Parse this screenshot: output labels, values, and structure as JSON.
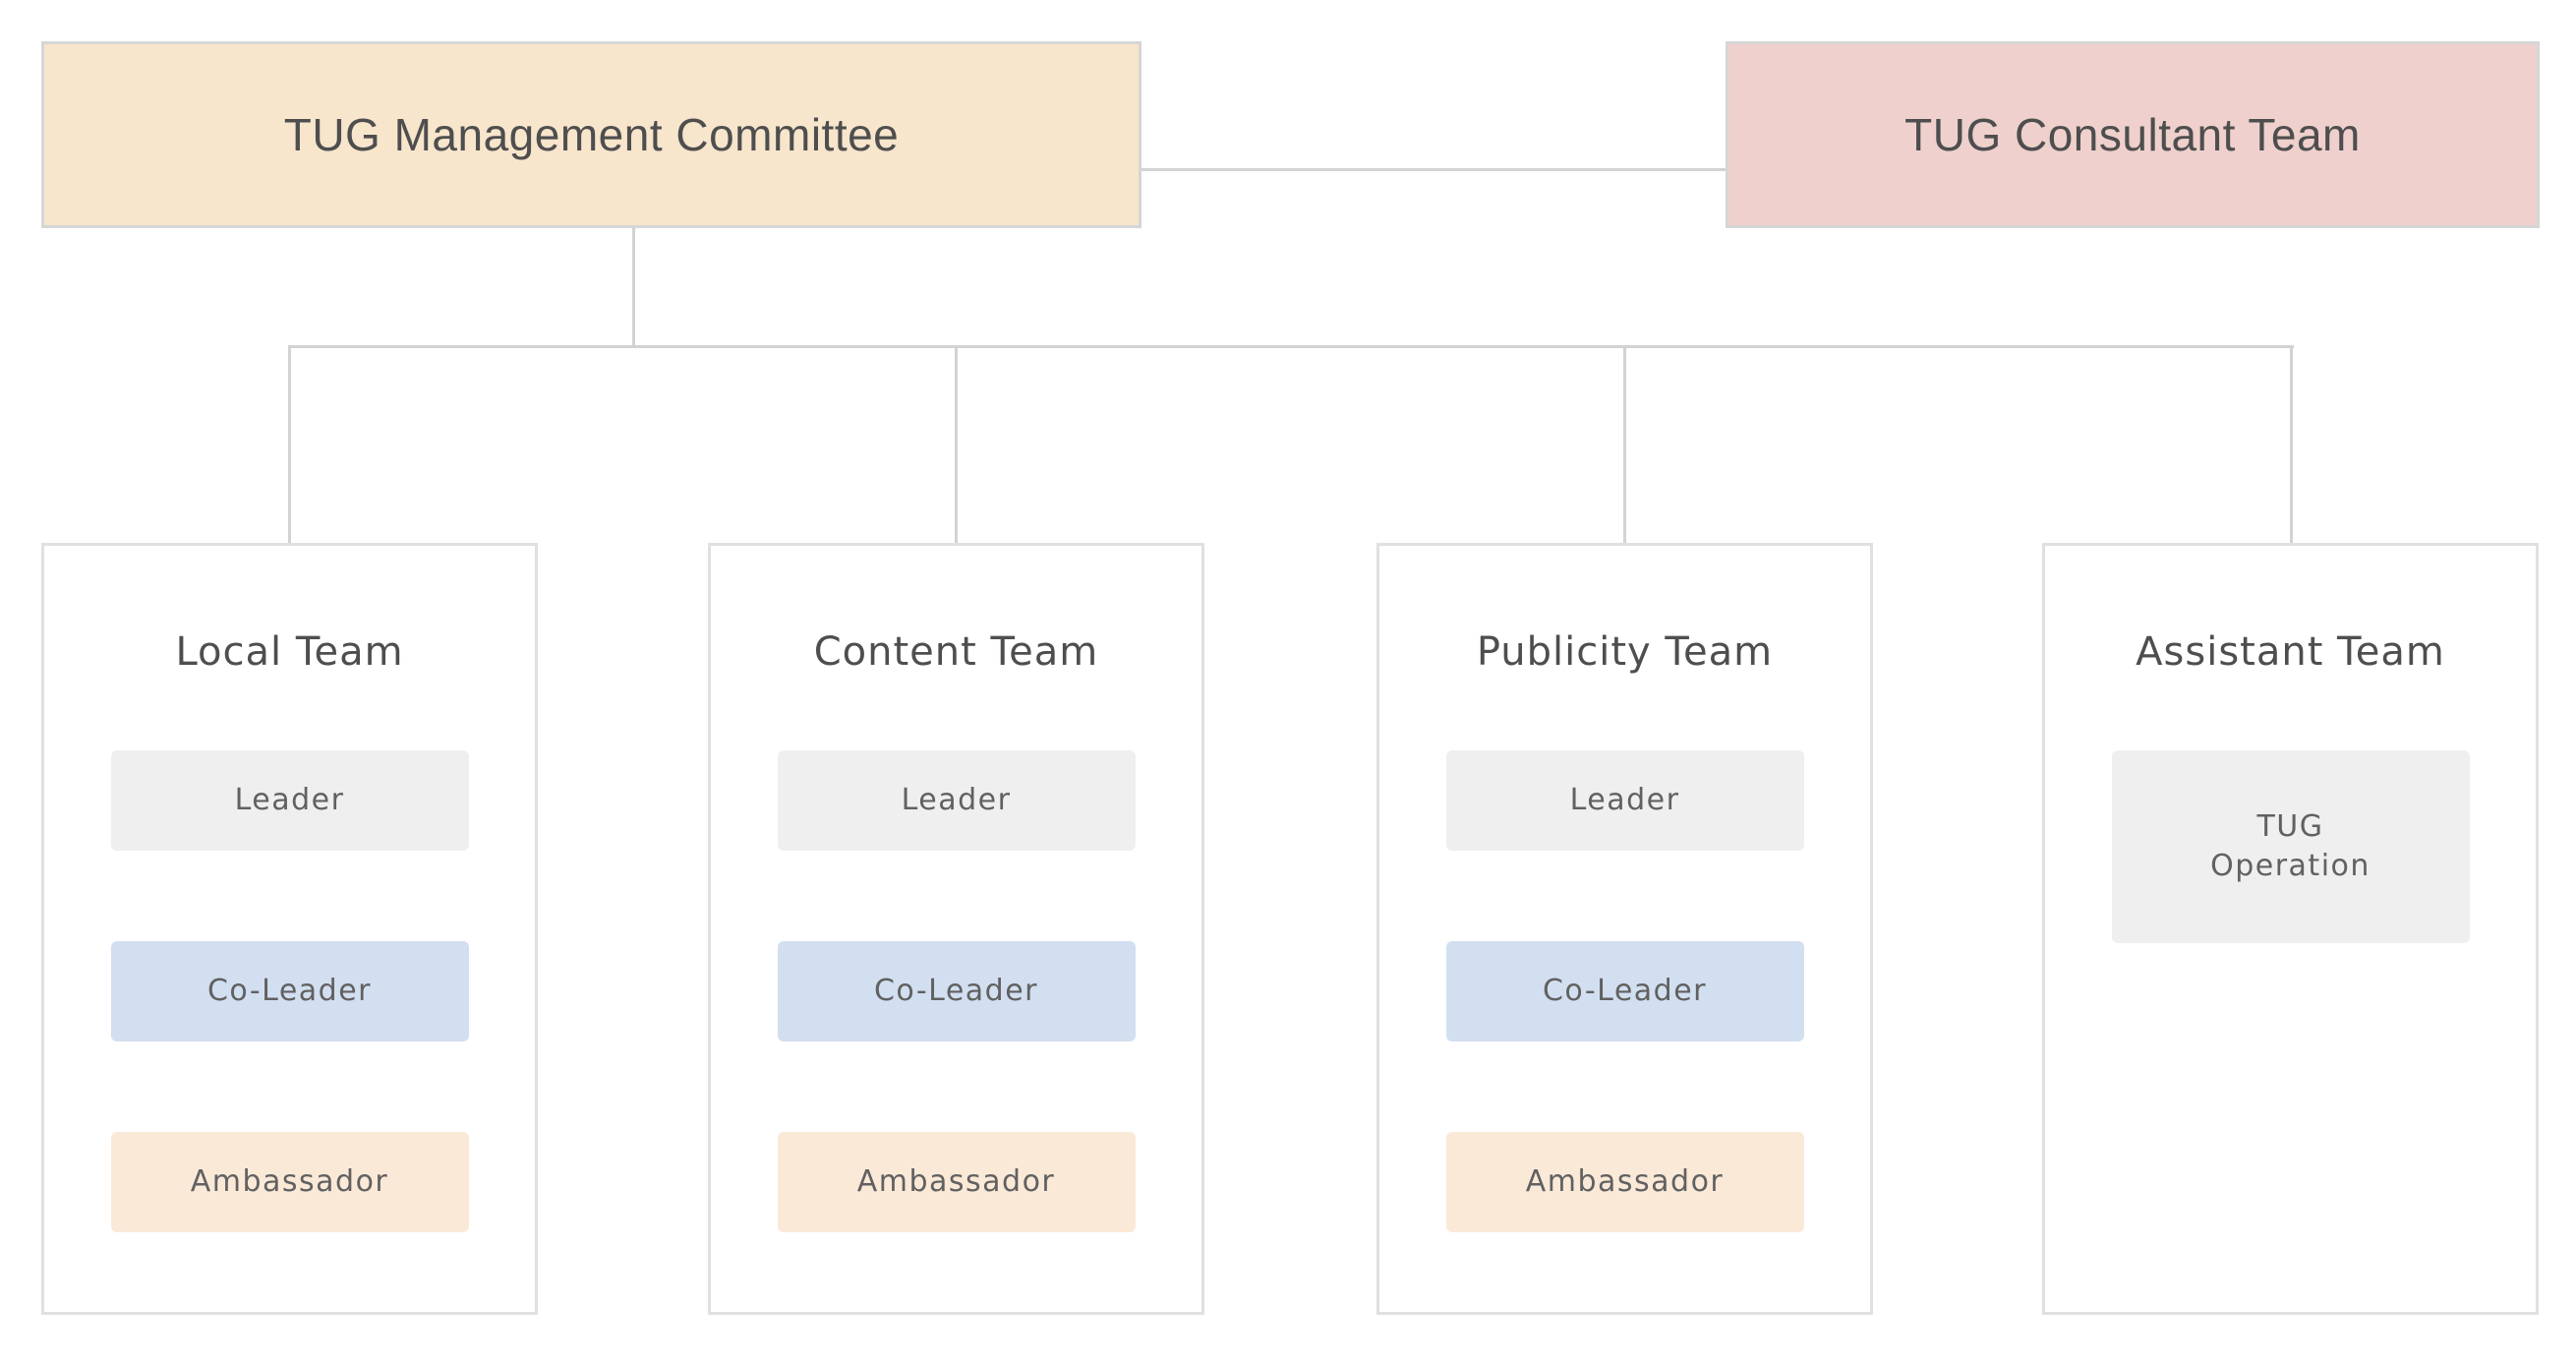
{
  "colors": {
    "root-fill": "#f7e5cc",
    "root-border": "#d6d6d6",
    "consultant-fill": "#efd0cd",
    "consultant-border": "#d6d6d6",
    "team-fill": "#ffffff",
    "team-border": "#e0e0e0",
    "line": "#d3d3d3",
    "role-gray": "#efefef",
    "role-blue": "#d2dff0",
    "role-peach": "#fbe9d8",
    "title-text": "#4e4e4e",
    "role-text": "#616161"
  },
  "org": {
    "management": {
      "label": "TUG Management Committee"
    },
    "consultant": {
      "label": "TUG Consultant Team"
    },
    "teams": [
      {
        "title": "Local Team",
        "roles": [
          {
            "label": "Leader"
          },
          {
            "label": "Co-Leader"
          },
          {
            "label": "Ambassador"
          }
        ]
      },
      {
        "title": "Content Team",
        "roles": [
          {
            "label": "Leader"
          },
          {
            "label": "Co-Leader"
          },
          {
            "label": "Ambassador"
          }
        ]
      },
      {
        "title": "Publicity Team",
        "roles": [
          {
            "label": "Leader"
          },
          {
            "label": "Co-Leader"
          },
          {
            "label": "Ambassador"
          }
        ]
      },
      {
        "title": "Assistant Team",
        "roles": [
          {
            "label": "TUG\nOperation"
          }
        ]
      }
    ]
  }
}
